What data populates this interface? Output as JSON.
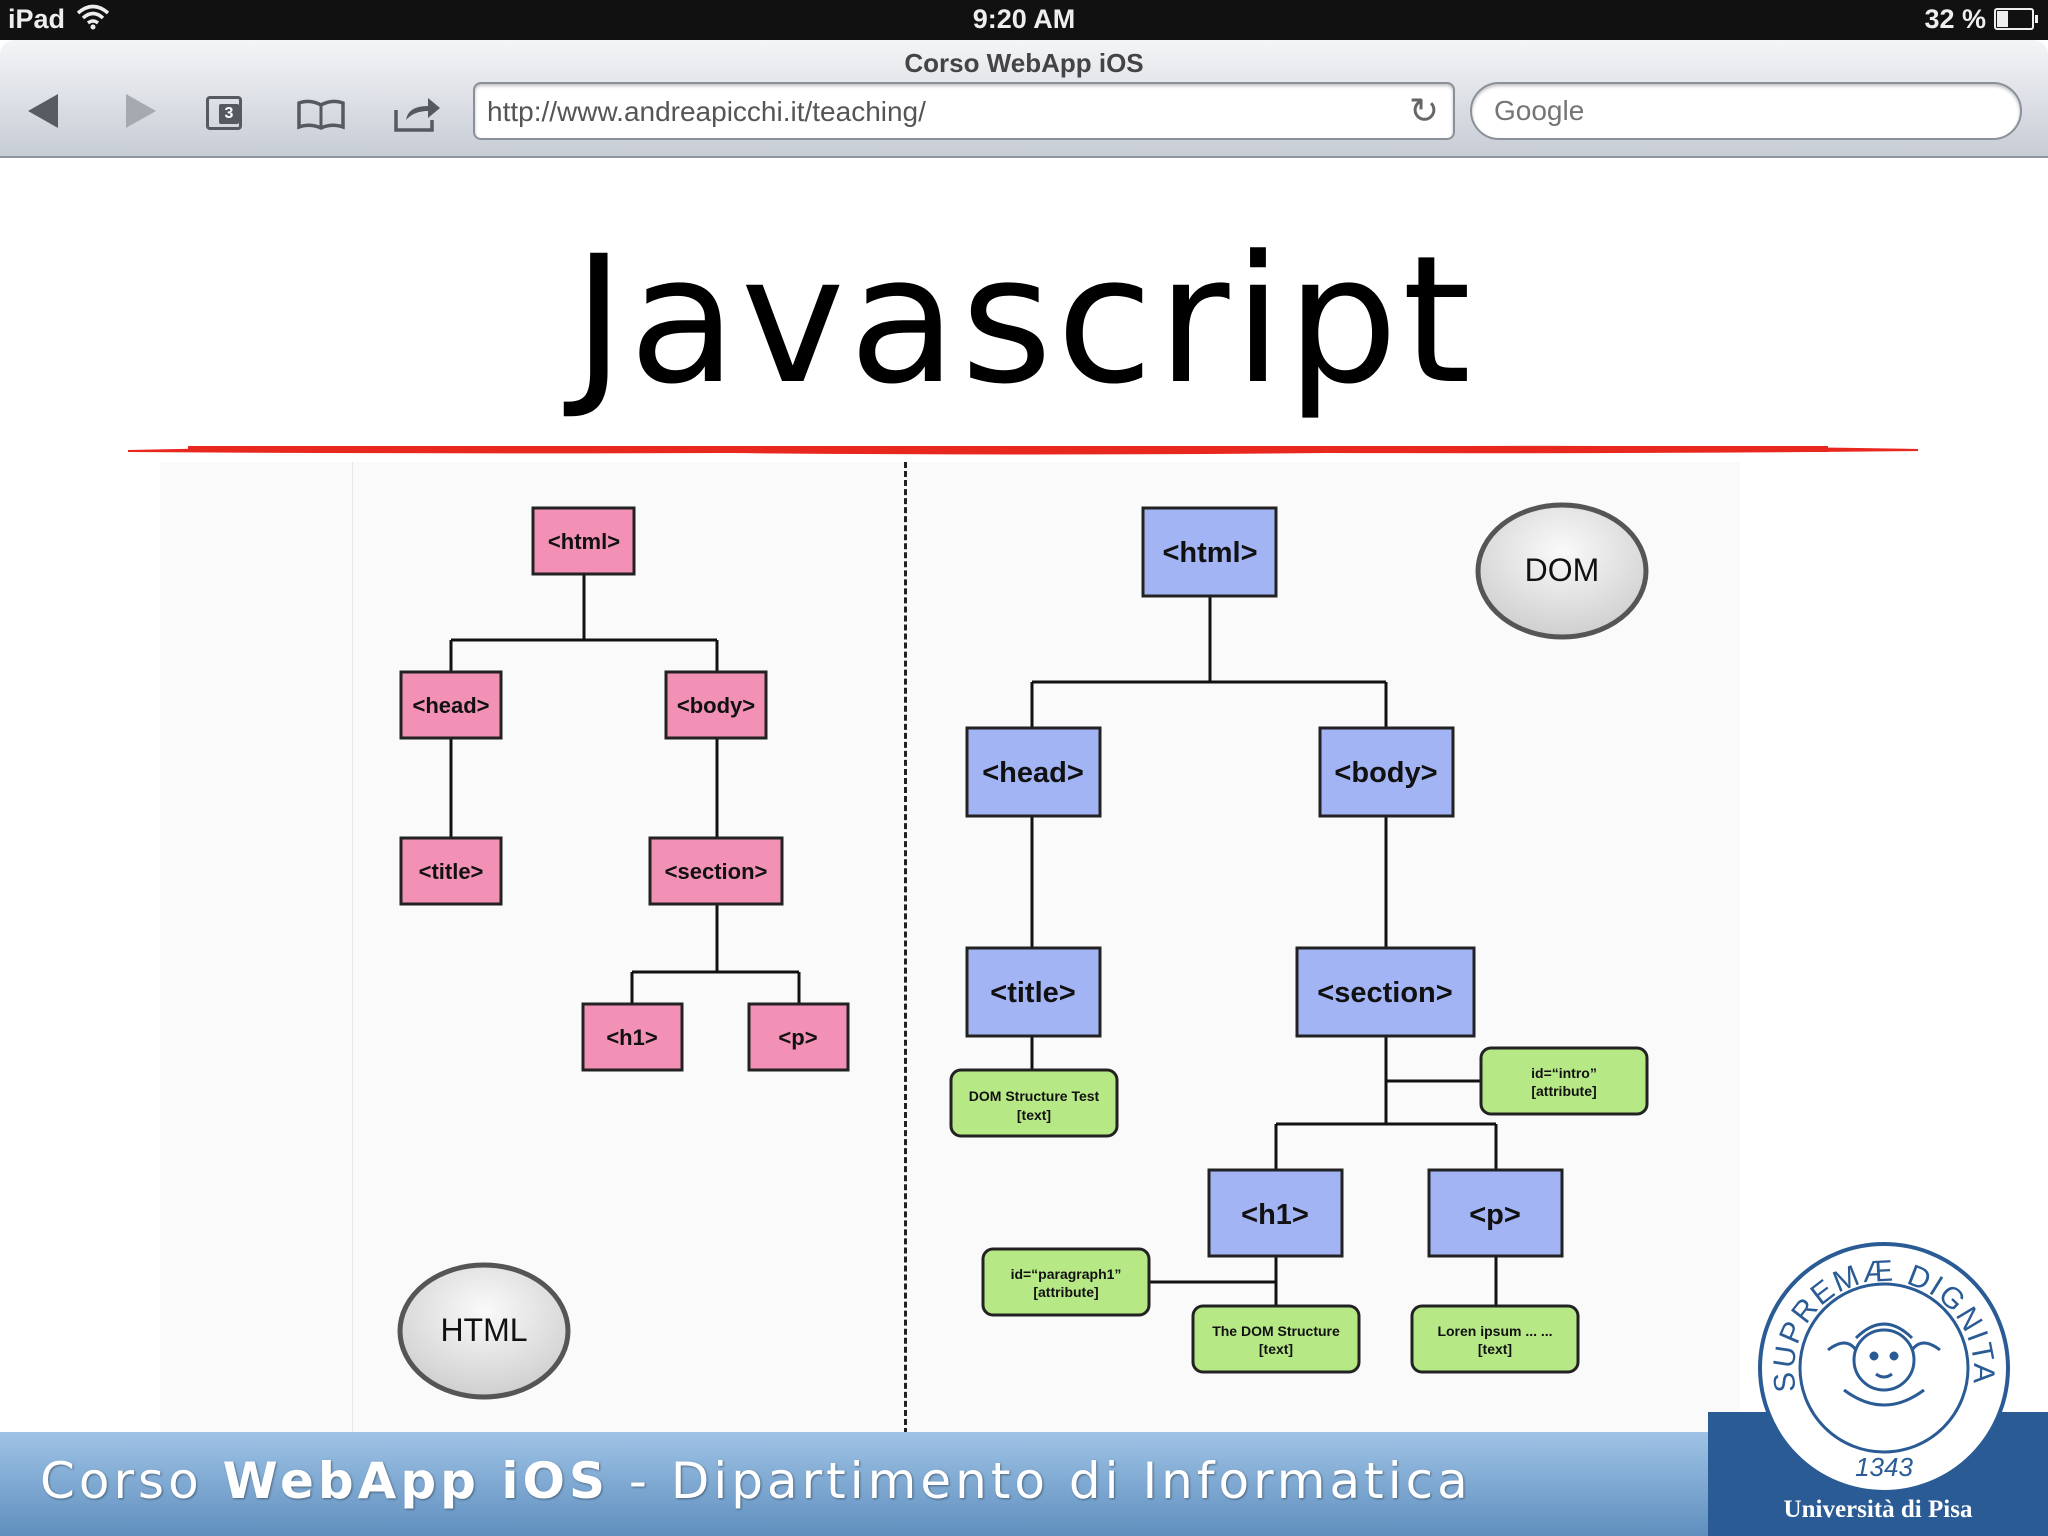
{
  "status_bar": {
    "device": "iPad",
    "time": "9:20 AM",
    "battery": "32 %"
  },
  "browser": {
    "title": "Corso WebApp iOS",
    "tabs_count": "3",
    "url": "http://www.andreapicchi.it/teaching/",
    "search_placeholder": "Google"
  },
  "slide": {
    "title": "Javascript",
    "html_tree": {
      "label": "HTML",
      "nodes": [
        "<html>",
        "<head>",
        "<body>",
        "<title>",
        "<section>",
        "<h1>",
        "<p>"
      ]
    },
    "dom_tree": {
      "label": "DOM",
      "elements": [
        "<html>",
        "<head>",
        "<body>",
        "<title>",
        "<section>",
        "<h1>",
        "<p>"
      ],
      "text_nodes": [
        {
          "line1": "DOM Structure Test",
          "line2": "[text]"
        },
        {
          "line1": "The DOM Structure",
          "line2": "[text]"
        },
        {
          "line1": "Loren ipsum ... ...",
          "line2": "[text]"
        }
      ],
      "attribute_nodes": [
        {
          "line1": "id=“intro”",
          "line2": "[attribute]"
        },
        {
          "line1": "id=“paragraph1”",
          "line2": "[attribute]"
        }
      ]
    },
    "footer": {
      "prefix": "Corso ",
      "bold": "WebApp iOS",
      "suffix": " - Dipartimento di Informatica"
    },
    "seal": {
      "motto": "IN SUPREMÆ DIGNITATIS",
      "year": "1343",
      "university": "Università di Pisa"
    }
  },
  "colors": {
    "html_node": "#f291b5",
    "dom_element": "#a3b4f5",
    "dom_leaf": "#b7e886",
    "red_rule": "#e8281f",
    "footer": "#7aa5d2"
  }
}
